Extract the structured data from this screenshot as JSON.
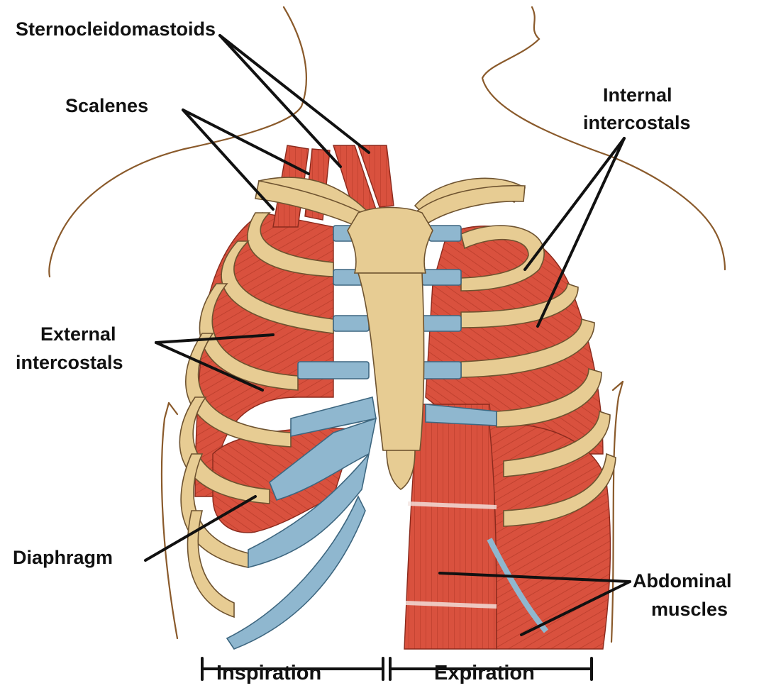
{
  "labels": {
    "sternocleidomastoids": "Sternocleidomastoids",
    "scalenes": "Scalenes",
    "internal_intercostals_line1": "Internal",
    "internal_intercostals_line2": "intercostals",
    "external_intercostals_line1": "External",
    "external_intercostals_line2": "intercostals",
    "diaphragm": "Diaphragm",
    "abdominal_muscles_line1": "Abdominal",
    "abdominal_muscles_line2": "muscles",
    "inspiration": "Inspiration",
    "expiration": "Expiration"
  },
  "colors": {
    "muscle": "#d9513e",
    "bone": "#e7cc93",
    "cartilage": "#8fb7cf",
    "skin_outline": "#8a5a2b",
    "label_text": "#111111"
  }
}
